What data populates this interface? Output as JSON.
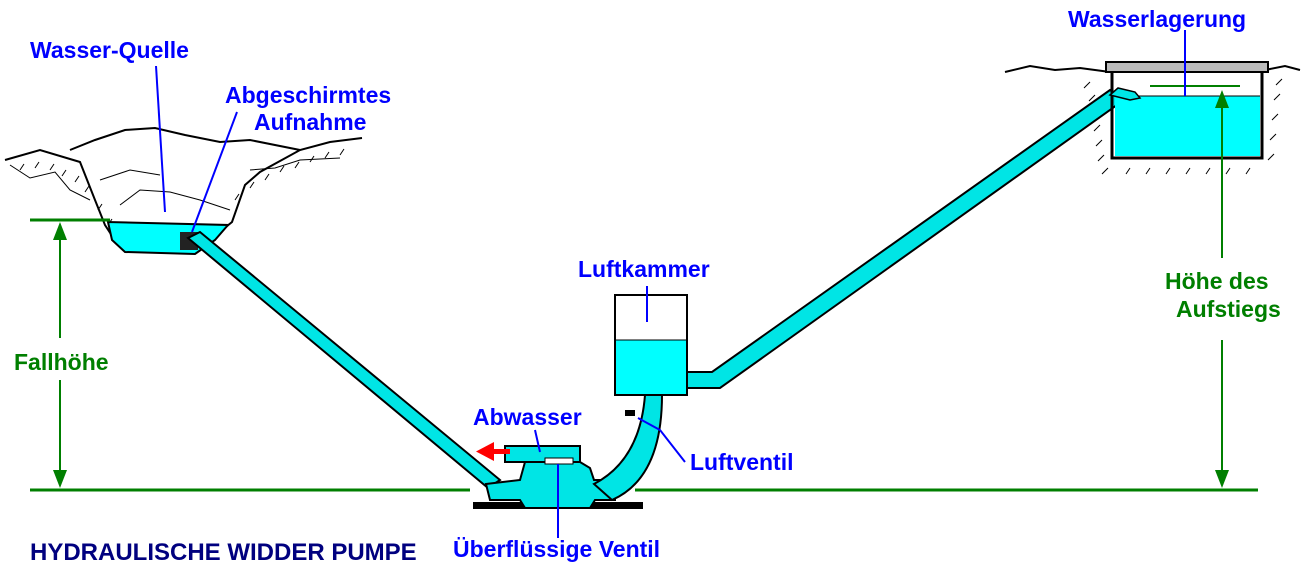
{
  "diagram": {
    "title": "HYDRAULISCHE WIDDER PUMPE",
    "labels": {
      "source": "Wasser-Quelle",
      "intake_line1": "Abgeschirmtes",
      "intake_line2": "Aufnahme",
      "storage": "Wasserlagerung",
      "air_chamber": "Luftkammer",
      "waste_water": "Abwasser",
      "air_valve": "Luftventil",
      "overflow_valve": "Überflüssige Ventil",
      "fall_height": "Fallhöhe",
      "rise_height_line1": "Höhe des",
      "rise_height_line2": "Aufstiegs"
    },
    "colors": {
      "water": "#00ffff",
      "pipe_fill": "#00e5e5",
      "outline": "#000000",
      "label_blue": "#0000ff",
      "dimension_green": "#007f00",
      "arrow_red": "#ff0000",
      "title_navy": "#00007f",
      "ground": "#000000"
    }
  }
}
